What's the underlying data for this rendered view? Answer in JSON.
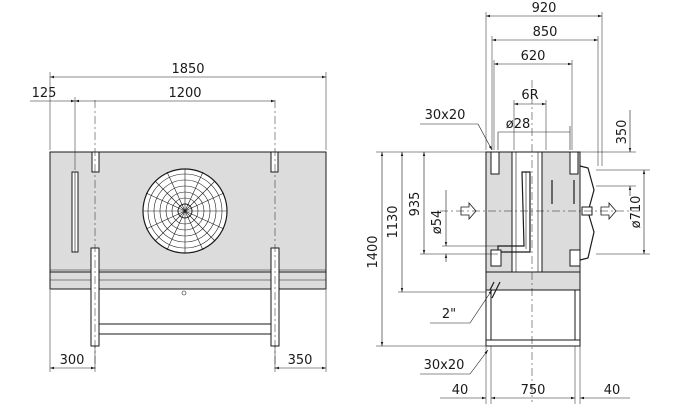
{
  "front_view": {
    "dims": {
      "overall_width": "1850",
      "left_offset": "125",
      "rail_spacing": "1200",
      "bottom_left": "300",
      "bottom_right": "350"
    }
  },
  "side_view": {
    "dims": {
      "overall_depth": "920",
      "inner_depth": "850",
      "body_depth": "620",
      "fin_spacing": "6R",
      "tube_diameter": "ø28",
      "top_offset": "350",
      "total_height": "1400",
      "height_1130": "1130",
      "height_935": "935",
      "connection_diameter": "ø54",
      "fan_diameter": "ø710",
      "drain": "2\"",
      "bracket_top": "30x20",
      "bracket_bottom": "30x20",
      "bottom_left": "40",
      "bottom_middle": "750",
      "bottom_right": "40"
    }
  }
}
